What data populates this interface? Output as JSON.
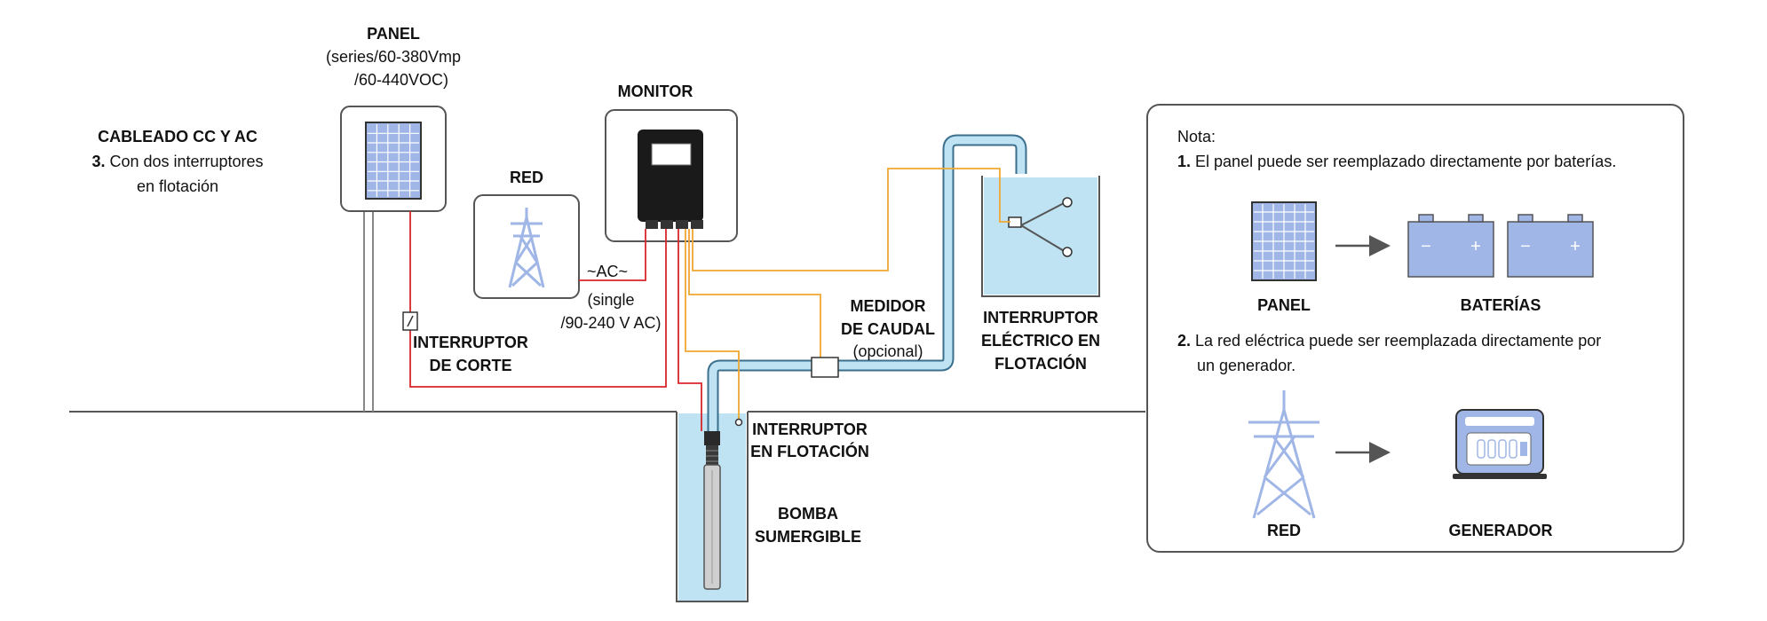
{
  "title": {
    "heading": "CABLEADO CC Y AC",
    "step_number": "3.",
    "line1": "Con dos interruptores",
    "line2": "en flotación"
  },
  "panel": {
    "label": "PANEL",
    "spec1": "(series/60-380Vmp",
    "spec2": "/60-440VOC)"
  },
  "monitor": {
    "label": "MONITOR"
  },
  "grid": {
    "label": "RED",
    "ac": "~AC~",
    "spec1": "(single",
    "spec2": "/90-240 V AC)"
  },
  "disconnect": {
    "line1": "INTERRUPTOR",
    "line2": "DE CORTE"
  },
  "flow_meter": {
    "line1": "MEDIDOR",
    "line2": "DE CAUDAL",
    "line3": "(opcional)"
  },
  "tank_switch": {
    "line1": "INTERRUPTOR",
    "line2": "ELÉCTRICO EN",
    "line3": "FLOTACIÓN"
  },
  "well_switch": {
    "line1": "INTERRUPTOR",
    "line2": "EN FLOTACIÓN"
  },
  "pump": {
    "line1": "BOMBA",
    "line2": "SUMERGIBLE"
  },
  "note": {
    "title": "Nota:",
    "item1_num": "1.",
    "item1_text": "El panel puede ser reemplazado directamente por baterías.",
    "item2_num": "2.",
    "item2_line1": "La red eléctrica puede ser reemplazada directamente por",
    "item2_line2": "un generador.",
    "panel_label": "PANEL",
    "batteries_label": "BATERÍAS",
    "grid_label": "RED",
    "generator_label": "GENERADOR",
    "battery_minus": "−",
    "battery_plus": "+"
  },
  "colors": {
    "dc_wire": "#d9262b",
    "signal_wire": "#f0a830",
    "water": "#bfe3f2",
    "pipe_stroke": "#3b6f8e",
    "equipment_blue": "#9fb6e6",
    "frame": "#555555"
  }
}
